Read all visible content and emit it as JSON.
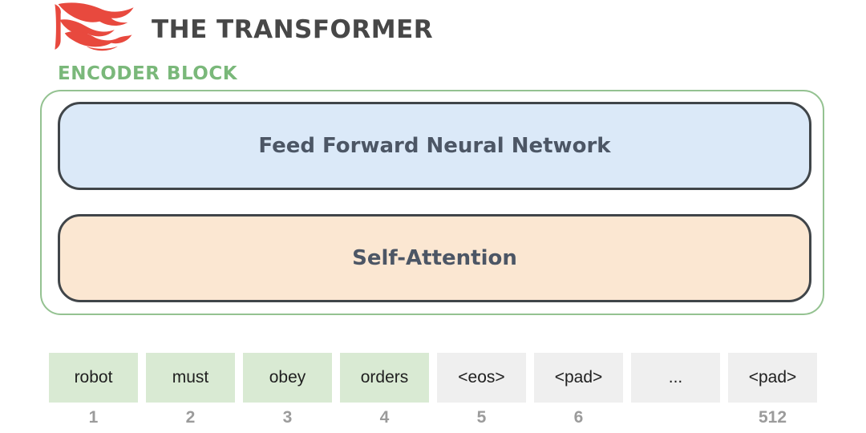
{
  "header": {
    "title": "THE TRANSFORMER",
    "logo_icon": "flame-logo-icon"
  },
  "encoder": {
    "label": "ENCODER BLOCK",
    "layers": [
      {
        "name": "Feed Forward Neural Network"
      },
      {
        "name": "Self-Attention"
      }
    ]
  },
  "tokens": {
    "cells": [
      {
        "text": "robot",
        "index": "1",
        "type": "word"
      },
      {
        "text": "must",
        "index": "2",
        "type": "word"
      },
      {
        "text": "obey",
        "index": "3",
        "type": "word"
      },
      {
        "text": "orders",
        "index": "4",
        "type": "word"
      },
      {
        "text": "<eos>",
        "index": "5",
        "type": "special"
      },
      {
        "text": "<pad>",
        "index": "6",
        "type": "special"
      },
      {
        "text": "...",
        "index": "",
        "type": "special"
      },
      {
        "text": "<pad>",
        "index": "512",
        "type": "special"
      }
    ]
  },
  "colors": {
    "flame_red": "#e8493e",
    "title_text": "#474747",
    "label_green": "#7ab87a",
    "outer_border": "#94c291",
    "box_border": "#404549",
    "box_text": "#4c5665",
    "ffnn_bg": "#dbe9f8",
    "sa_bg": "#fbe7d2",
    "token_green": "#d9ead3",
    "token_gray": "#efefef",
    "token_text": "#1f1f1f",
    "index_gray": "#9b9b9b"
  }
}
